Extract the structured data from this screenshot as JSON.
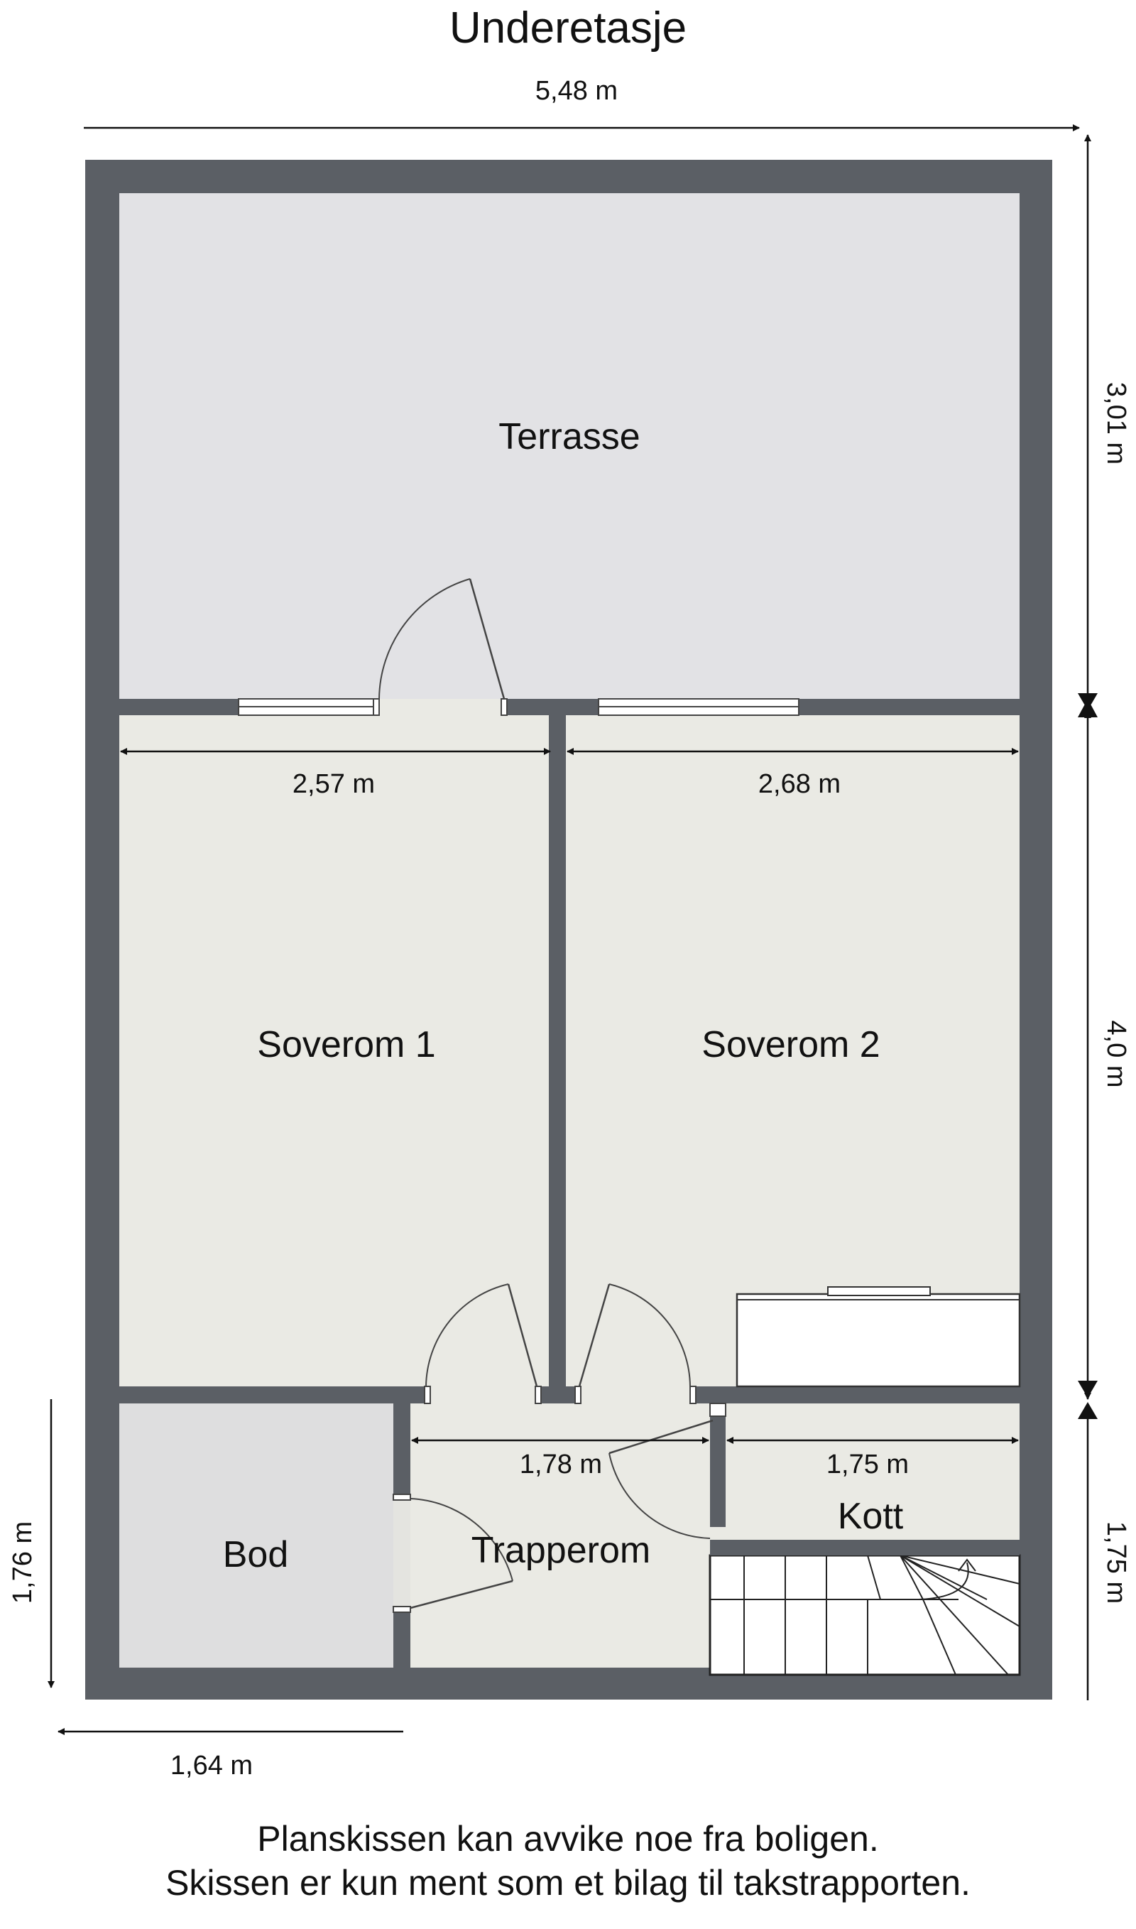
{
  "title": "Underetasje",
  "rooms": {
    "terrasse": "Terrasse",
    "soverom1": "Soverom 1",
    "soverom2": "Soverom 2",
    "bod": "Bod",
    "trapperom": "Trapperom",
    "kott": "Kott"
  },
  "dimensions": {
    "total_width": "5,48 m",
    "terrasse_depth": "3,01 m",
    "soverom1_width": "2,57 m",
    "soverom2_width": "2,68 m",
    "soverom_depth": "4,0 m",
    "hall_width": "1,78 m",
    "kott_width": "1,75 m",
    "bottom_right_depth": "1,75 m",
    "bod_depth": "1,76 m",
    "bod_width": "1,64 m"
  },
  "disclaimer": {
    "line1": "Planskissen kan avvike noe fra boligen.",
    "line2": "Skissen er kun ment som et bilag til takstrapporten."
  },
  "colors": {
    "wall": "#5b5f65",
    "terrasse_floor": "#e2e2e5",
    "room_floor": "#eaeae4",
    "bod_floor": "#dededf",
    "dimension_line": "#111111"
  }
}
